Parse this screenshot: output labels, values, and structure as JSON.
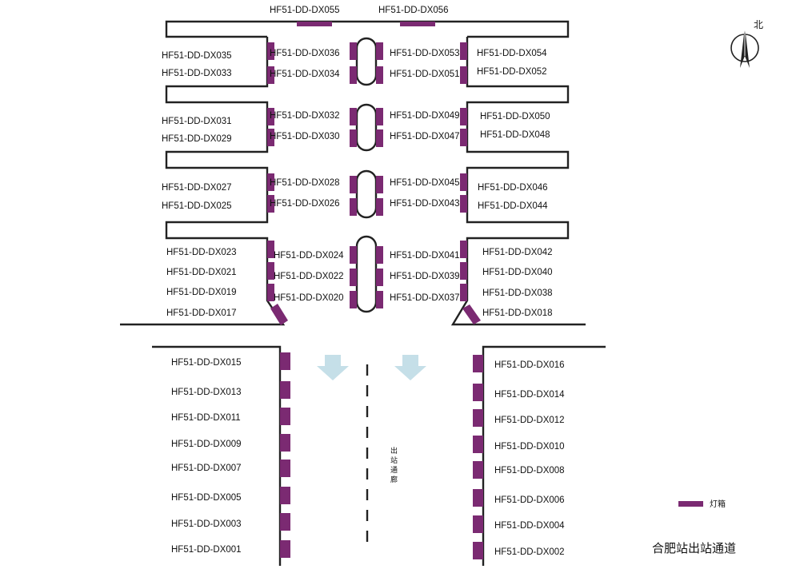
{
  "diagram": {
    "title": "合肥站出站通道",
    "corridor_label": [
      "出",
      "站",
      "通",
      "廊"
    ],
    "north_label": "北",
    "legend_label": "灯箱",
    "lightbox_color": "#7b2a72",
    "arrow_color": "#c5dfe8"
  },
  "top_labels": {
    "left_top": "HF51-DD-DX055",
    "right_top": "HF51-DD-DX056"
  },
  "left_outer": [
    "HF51-DD-DX035",
    "HF51-DD-DX033",
    "HF51-DD-DX031",
    "HF51-DD-DX029",
    "HF51-DD-DX027",
    "HF51-DD-DX025",
    "HF51-DD-DX023",
    "HF51-DD-DX021",
    "HF51-DD-DX019",
    "HF51-DD-DX017"
  ],
  "left_inner": [
    "HF51-DD-DX036",
    "HF51-DD-DX034",
    "HF51-DD-DX032",
    "HF51-DD-DX030",
    "HF51-DD-DX028",
    "HF51-DD-DX026",
    "HF51-DD-DX024",
    "HF51-DD-DX022",
    "HF51-DD-DX020"
  ],
  "right_inner": [
    "HF51-DD-DX053",
    "HF51-DD-DX051",
    "HF51-DD-DX049",
    "HF51-DD-DX047",
    "HF51-DD-DX045",
    "HF51-DD-DX043",
    "HF51-DD-DX041",
    "HF51-DD-DX039",
    "HF51-DD-DX037"
  ],
  "right_outer": [
    "HF51-DD-DX054",
    "HF51-DD-DX052",
    "HF51-DD-DX050",
    "HF51-DD-DX048",
    "HF51-DD-DX046",
    "HF51-DD-DX044",
    "HF51-DD-DX042",
    "HF51-DD-DX040",
    "HF51-DD-DX038",
    "HF51-DD-DX018"
  ],
  "lower_left": [
    "HF51-DD-DX015",
    "HF51-DD-DX013",
    "HF51-DD-DX011",
    "HF51-DD-DX009",
    "HF51-DD-DX007",
    "HF51-DD-DX005",
    "HF51-DD-DX003",
    "HF51-DD-DX001"
  ],
  "lower_right": [
    "HF51-DD-DX016",
    "HF51-DD-DX014",
    "HF51-DD-DX012",
    "HF51-DD-DX010",
    "HF51-DD-DX008",
    "HF51-DD-DX006",
    "HF51-DD-DX004",
    "HF51-DD-DX002"
  ]
}
